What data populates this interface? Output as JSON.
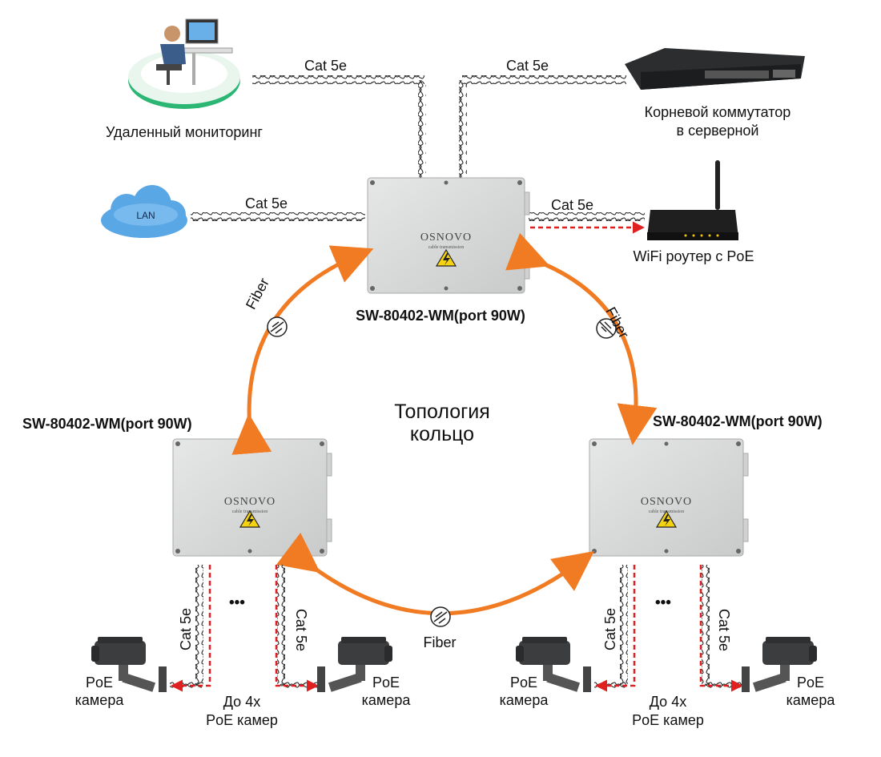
{
  "diagram": {
    "title_line1": "Топология",
    "title_line2": "кольцо",
    "cable_label": "Cat 5e",
    "fiber_label": "Fiber",
    "switch_model": "SW-80402-WM(port 90W)",
    "switch_brand": "OSNOVO",
    "switch_brand_sub": "cable transmission",
    "lan_label": "LAN",
    "monitoring_label": "Удаленный мониторинг",
    "root_switch_line1": "Корневой коммутатор",
    "root_switch_line2": "в серверной",
    "wifi_label": "WiFi роутер с PoE",
    "camera_line1": "PoE",
    "camera_line2": "камера",
    "upto_line1": "До 4х",
    "upto_line2": "PoE камер",
    "ellipsis": "•••"
  },
  "colors": {
    "fiber": "#f07b22",
    "poe": "#e02020",
    "box": "#d8d9d9",
    "cloud": "#5aa7e6",
    "ring_green": "#2bb673"
  },
  "icons": [
    "workstation-icon",
    "network-switch-icon",
    "cloud-icon",
    "wifi-router-icon",
    "camera-icon",
    "fiber-connector-icon",
    "warning-icon"
  ]
}
